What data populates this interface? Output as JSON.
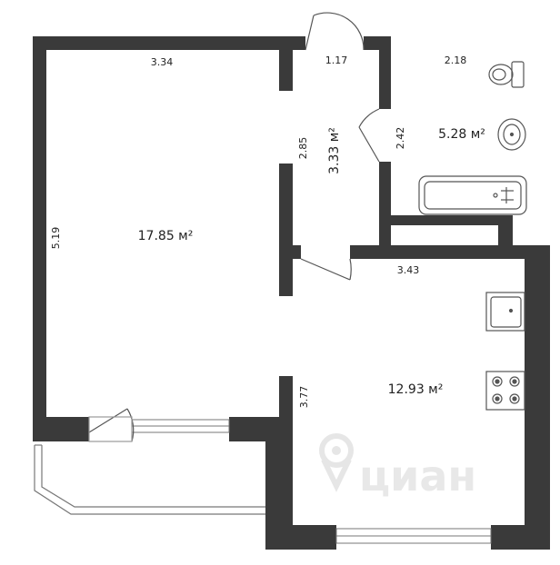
{
  "plan": {
    "rooms": [
      {
        "id": "living",
        "area": "17.85 м²"
      },
      {
        "id": "hall",
        "area": "3.33 м²"
      },
      {
        "id": "bathroom",
        "area": "5.28 м²"
      },
      {
        "id": "kitchen",
        "area": "12.93 м²"
      }
    ],
    "dimensions": {
      "living_width": "3.34",
      "living_height": "5.19",
      "hall_width": "1.17",
      "hall_height": "2.85",
      "bathroom_width": "2.18",
      "bathroom_height": "2.42",
      "kitchen_width": "3.43",
      "kitchen_height": "3.77"
    },
    "watermark": "циан"
  },
  "colors": {
    "wall": "#3a3a3a",
    "background": "#ffffff",
    "fixture": "#555555"
  }
}
